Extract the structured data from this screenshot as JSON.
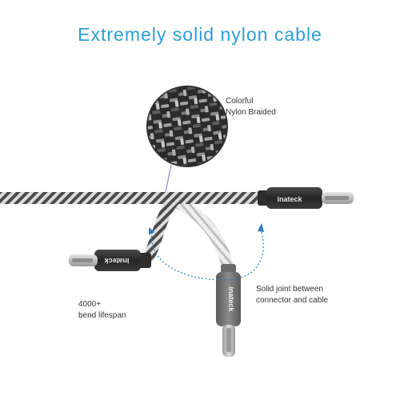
{
  "headline": "Extremely solid nylon cable",
  "captions": {
    "braid": [
      "Colorful",
      "Nylon Braided"
    ],
    "bend": [
      "4000+",
      "bend lifespan"
    ],
    "joint": [
      "Solid joint between",
      "connector and cable"
    ]
  },
  "brand_mark": "inateck",
  "colors": {
    "headline": "#2a9fd8",
    "braid_dark": "#4a4a4a",
    "braid_light": "#d9d9d9",
    "connector_dark": "#2f2f2f",
    "connector_mid": "#6f6f6f",
    "plug_metal": "#c8c8c8",
    "arrow": "#2a7fc0"
  }
}
